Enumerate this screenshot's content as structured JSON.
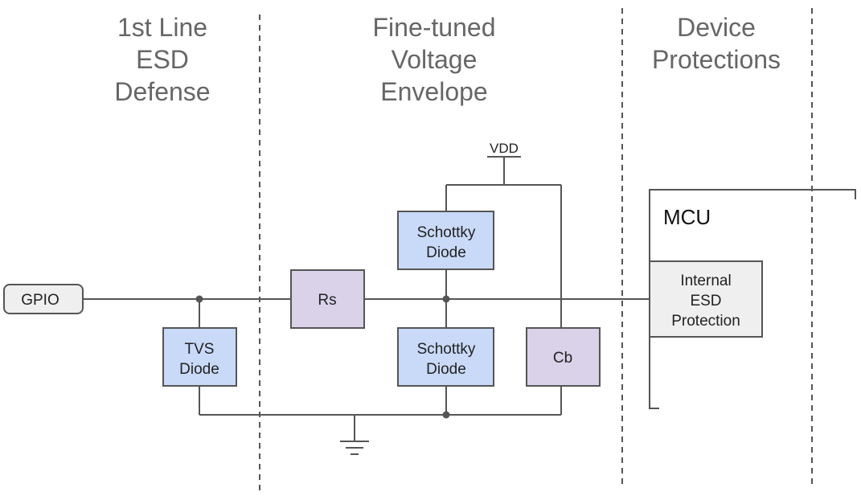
{
  "sections": {
    "first_line": [
      "1st Line",
      "ESD",
      "Defense"
    ],
    "fine_tuned": [
      "Fine-tuned",
      "Voltage",
      "Envelope"
    ],
    "device": [
      "Device",
      "Protections"
    ]
  },
  "components": {
    "gpio": "GPIO",
    "tvs": [
      "TVS",
      "Diode"
    ],
    "rs": "Rs",
    "schottky_top": [
      "Schottky",
      "Diode"
    ],
    "schottky_bottom": [
      "Schottky",
      "Diode"
    ],
    "cb": "Cb",
    "vdd": "VDD",
    "mcu": "MCU",
    "internal_esd": [
      "Internal",
      "ESD",
      "Protection"
    ]
  },
  "colors": {
    "diode_fill": "#c9daf8",
    "passive_fill": "#d9d2e9",
    "neutral_fill": "#efefef",
    "stroke": "#555555",
    "title_text": "#666666"
  }
}
